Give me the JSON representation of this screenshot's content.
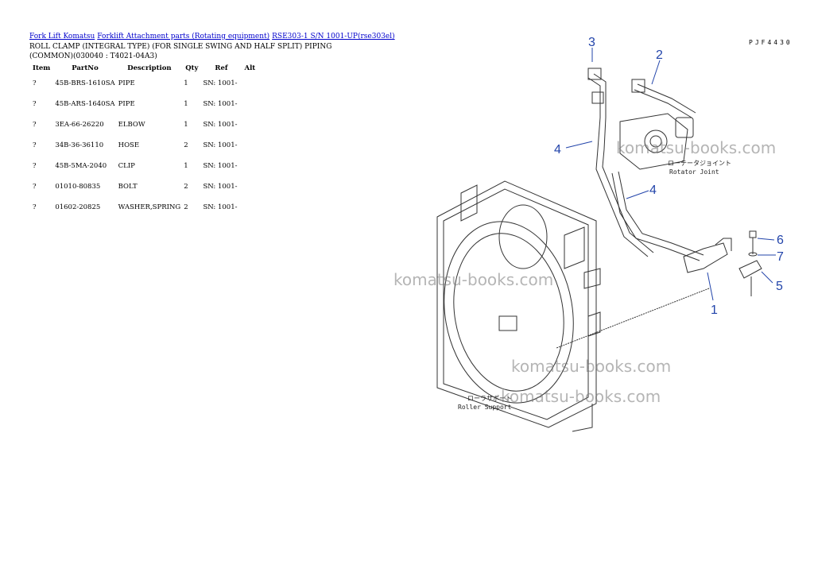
{
  "breadcrumb": {
    "link1": "Fork Lift Komatsu",
    "link2": "Forklift Attachment parts (Rotating equipment)",
    "link3": "RSE303-1 S/N 1001-UP(rse303el)"
  },
  "title": "ROLL CLAMP (INTEGRAL TYPE) (FOR SINGLE SWING AND HALF SPLIT) PIPING (COMMON)(030040 : T4021-04A3)",
  "table": {
    "headers": [
      "Item",
      "PartNo",
      "Description",
      "Qty",
      "Ref",
      "Alt"
    ],
    "rows": [
      {
        "item": "?",
        "part": "45B-BRS-1610SA",
        "desc": "PIPE",
        "qty": "1",
        "ref": "SN: 1001-"
      },
      {
        "item": "?",
        "part": "45B-ARS-1640SA",
        "desc": "PIPE",
        "qty": "1",
        "ref": "SN: 1001-"
      },
      {
        "item": "?",
        "part": "3EA-66-26220",
        "desc": "ELBOW",
        "qty": "1",
        "ref": "SN: 1001-"
      },
      {
        "item": "?",
        "part": "34B-36-36110",
        "desc": "HOSE",
        "qty": "2",
        "ref": "SN: 1001-"
      },
      {
        "item": "?",
        "part": "45B-5MA-2040",
        "desc": "CLIP",
        "qty": "1",
        "ref": "SN: 1001-"
      },
      {
        "item": "?",
        "part": "01010-80835",
        "desc": "BOLT",
        "qty": "2",
        "ref": "SN: 1001-"
      },
      {
        "item": "?",
        "part": "01602-20825",
        "desc": "WASHER,SPRING",
        "qty": "2",
        "ref": "SN: 1001-"
      }
    ]
  },
  "diagram": {
    "code": "PJF4430",
    "callouts": [
      "1",
      "2",
      "3",
      "4",
      "4",
      "5",
      "6",
      "7"
    ],
    "rotator_jp": "ローテータジョイント",
    "rotator_en": "Rotator Joint",
    "roller_jp": "ローラサポート",
    "roller_en": "Roller Support",
    "callout_color": "#2244aa"
  },
  "watermarks": [
    "komatsu-books.com",
    "komatsu-books.com",
    "komatsu-books.com",
    "komatsu-books.com"
  ]
}
